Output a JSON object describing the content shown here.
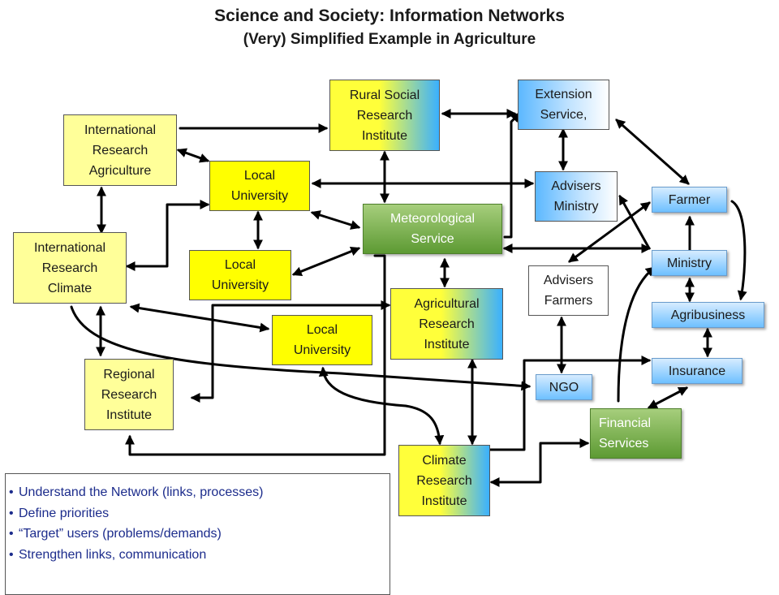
{
  "title": "Science and Society: Information Networks",
  "subtitle": "(Very) Simplified Example in Agriculture",
  "nodes": {
    "intl_agri": "International\nResearch\nAgriculture",
    "intl_climate": "International\nResearch\nClimate",
    "regional": "Regional\nResearch\nInstitute",
    "local_univ_1": "Local\nUniversity",
    "local_univ_2": "Local\nUniversity",
    "local_univ_3": "Local\nUniversity",
    "rural_social": "Rural Social\nResearch\nInstitute",
    "meteo": "Meteorological\nService",
    "agri_research": "Agricultural\nResearch\nInstitute",
    "climate_research": "Climate\nResearch\nInstitute",
    "extension": "Extension\nService,",
    "advisers_ministry": "Advisers\nMinistry",
    "advisers_farmers": "Advisers\nFarmers",
    "ngo": "NGO",
    "farmer": "Farmer",
    "ministry": "Ministry",
    "agribusiness": "Agribusiness",
    "insurance": "Insurance",
    "financial": "Financial\nServices"
  },
  "notes": [
    "Understand the Network (links, processes)",
    "Define priorities",
    "“Target” users (problems/demands)",
    "Strengthen links, communication"
  ],
  "colors": {
    "arrow": "#000000",
    "note_text": "#1c2c8c",
    "accent_blue": "#6ec0ff",
    "accent_green": "#5d9a33",
    "accent_yellow": "#ffff00"
  }
}
